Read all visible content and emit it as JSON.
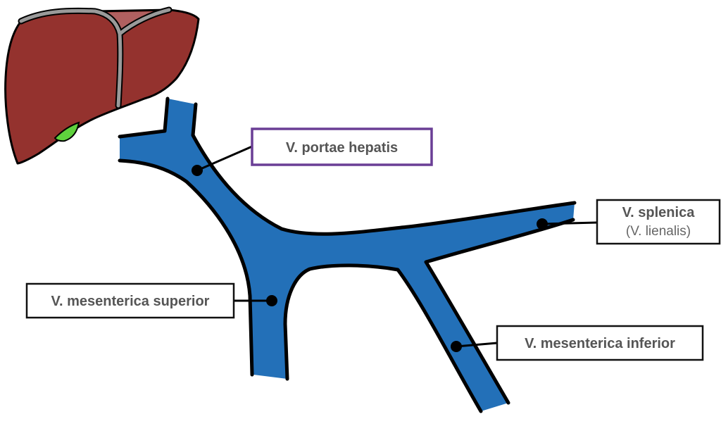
{
  "labels": {
    "portal_vein": "V. portae hepatis",
    "splenic_vein": "V. splenica",
    "splenic_vein_alt": "(V. lienalis)",
    "sup_mesenteric": "V. mesenterica superior",
    "inf_mesenteric": "V. mesenterica inferior"
  },
  "colors": {
    "vein": "#2370b8",
    "liver": "#94322e",
    "liver_highlight": "#b06060",
    "ligament": "#9a9a9a",
    "gallbladder": "#5fd13d",
    "outline": "#000000",
    "portal_box_border": "#6a3e95",
    "box_border": "#111111",
    "label_text": "#555555"
  },
  "icons": {
    "liver": "liver-icon",
    "gallbladder": "gallbladder-icon"
  }
}
